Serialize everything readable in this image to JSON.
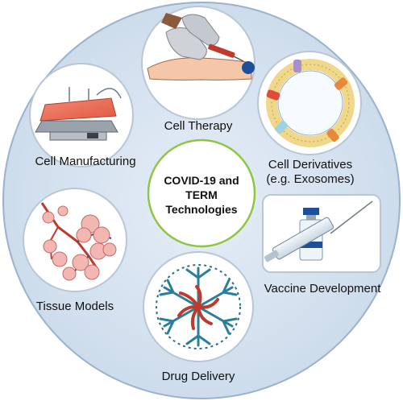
{
  "center": {
    "line1": "COVID-19 and",
    "line2": "TERM",
    "line3": "Technologies"
  },
  "nodes": {
    "cell_therapy": "Cell Therapy",
    "cell_derivatives_line1": "Cell Derivatives",
    "cell_derivatives_line2": "(e.g. Exosomes)",
    "vaccine_development": "Vaccine Development",
    "drug_delivery": "Drug Delivery",
    "tissue_models": "Tissue Models",
    "cell_manufacturing": "Cell Manufacturing"
  },
  "colors": {
    "outer_disc": "#d6e3f1",
    "outer_edge": "#8fa9c6",
    "center_ring": "#8dc63f",
    "node_ring": "#b8c6d6"
  }
}
